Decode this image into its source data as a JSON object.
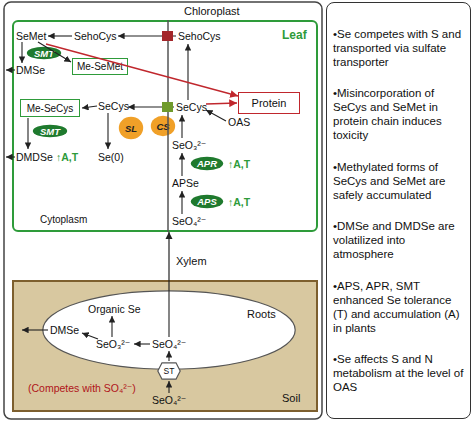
{
  "diagram": {
    "nodes": [
      {
        "text": [
          "Leaf"
        ]
      },
      {
        "text": [
          "SMT"
        ],
        "in": 0
      },
      {
        "text": [
          "Me-SeMet"
        ],
        "in": 0
      },
      {
        "text": [
          "Protein"
        ],
        "in": 0
      },
      {
        "text": [
          "Me-SeCys"
        ],
        "in": 0
      },
      {
        "text": [
          "SMT"
        ],
        "in": 0
      },
      {
        "text": [
          "SL"
        ],
        "in": 0
      },
      {
        "text": [
          "CS"
        ],
        "in": 0
      },
      {
        "text": [
          "APR"
        ],
        "in": 0
      },
      {
        "text": [
          "APS"
        ],
        "in": 0
      },
      {
        "text": [
          "Soil"
        ]
      },
      {
        "text": [
          "Roots"
        ],
        "in": 10
      },
      {
        "text": [
          "ST"
        ],
        "in": 10
      },
      {
        "text": [
          "•Se competes with S and transported via sulfate transporter",
          "•Misincorporation of SeCys and SeMet in protein chain induces toxicity",
          "•Methylated forms of SeCys and SeMet are safely accumulated",
          "•DMSe and DMDSe are volatilized into atmosphere",
          "•APS, APR, SMT enhanced Se tolerance (T) and accumulation (A) in plants",
          "•Se affects S and N metabolism at the level of OAS"
        ]
      }
    ],
    "edges": [
      {
        "from": 11,
        "to": 0,
        "arrow": "to",
        "label": "Xylem"
      }
    ],
    "labels": [
      "Chloroplast",
      "SeMet",
      "SehoCys",
      "SehoCys",
      "DMSe",
      "SeCys",
      "SeCys",
      "OAS",
      "DMDSe",
      "↑A,T",
      "Se(0)",
      "SeO₃²⁻",
      "↑A,T",
      "APSe",
      "↑A,T",
      "SeO₄²⁻",
      "Cytoplasm",
      "Organic Se",
      "DMSe",
      "SeO₃²⁻",
      "SeO₄²⁻",
      "(Competes with SO₄²⁻)",
      "SeO₄²⁻"
    ]
  }
}
